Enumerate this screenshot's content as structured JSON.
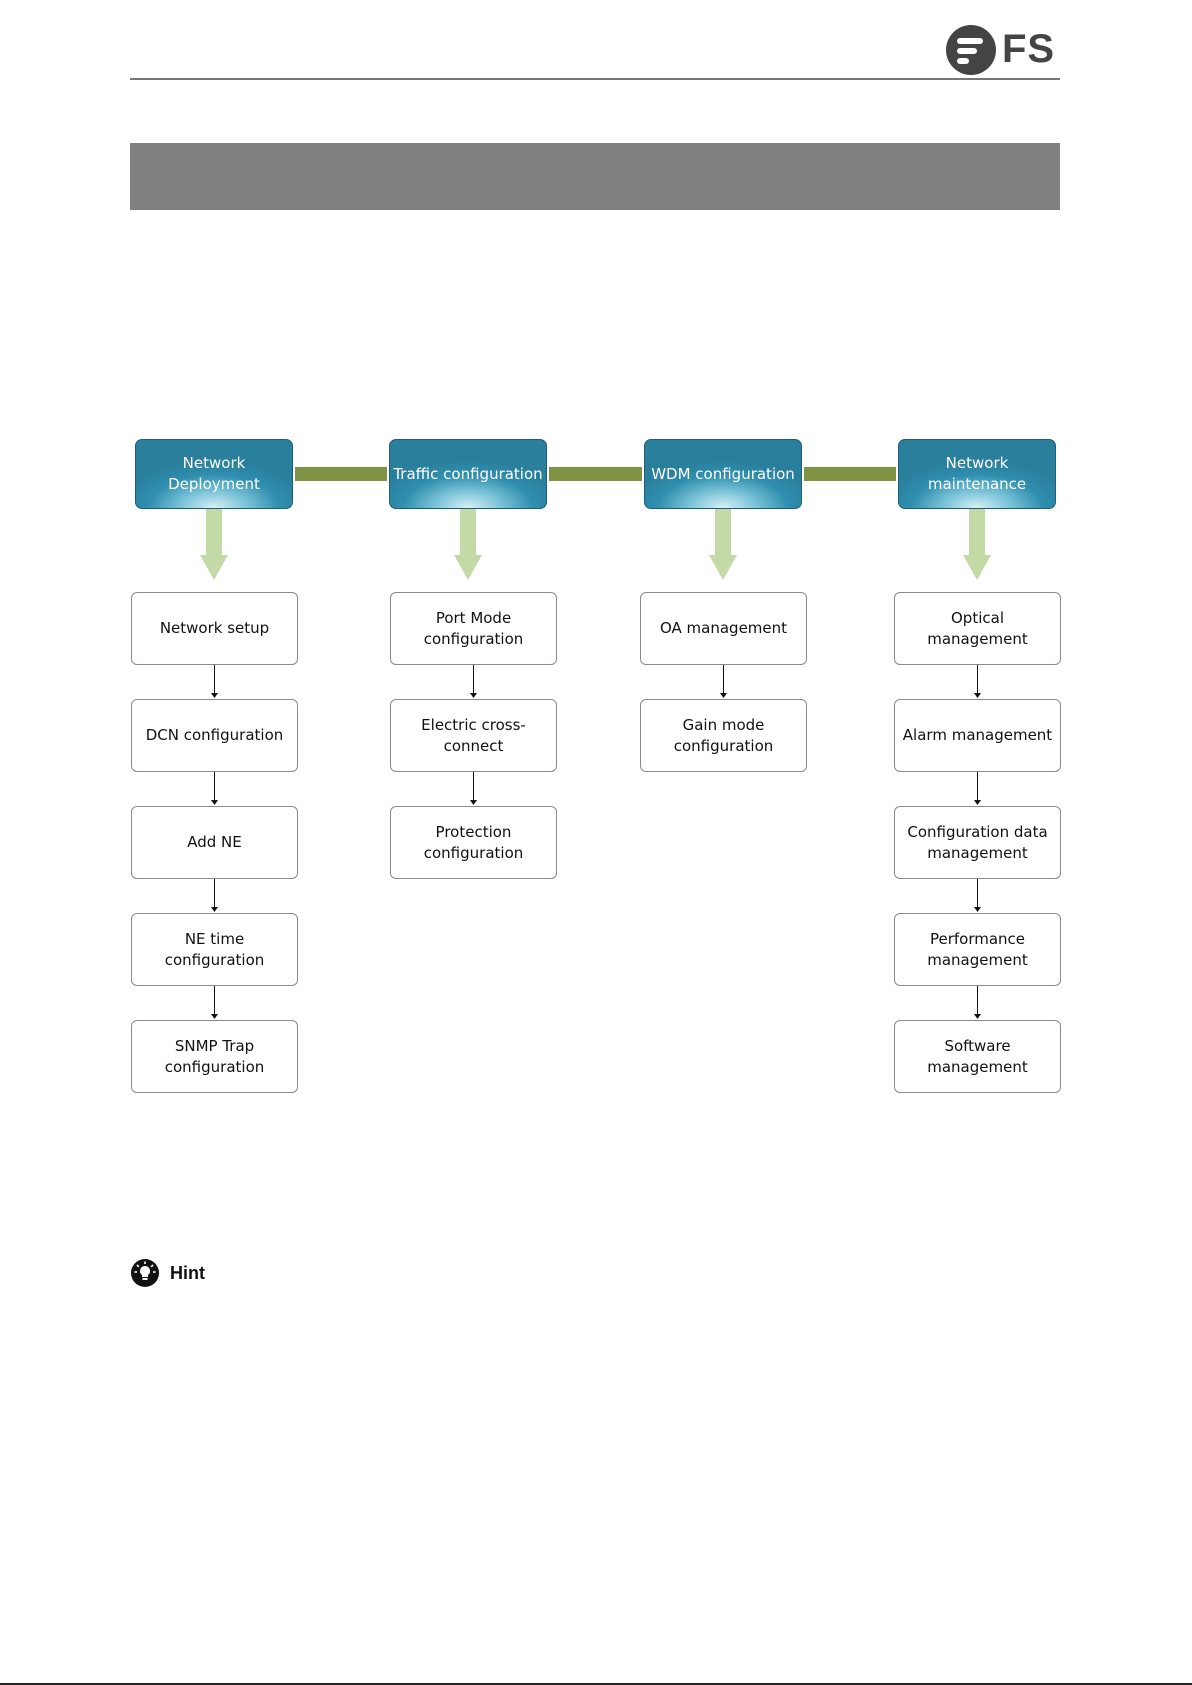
{
  "header": {
    "logo_text": "FS"
  },
  "flow": {
    "columns": [
      {
        "head": [
          "Network Deployment"
        ],
        "steps": [
          [
            "Network setup"
          ],
          [
            "DCN configuration"
          ],
          [
            "Add NE"
          ],
          [
            "NE time configuration"
          ],
          [
            "SNMP Trap",
            "configuration"
          ]
        ]
      },
      {
        "head": [
          "Traffic configuration"
        ],
        "steps": [
          [
            "Port Mode",
            "configuration"
          ],
          [
            "Electric cross-connect"
          ],
          [
            "Protection",
            "configuration"
          ]
        ]
      },
      {
        "head": [
          "WDM configuration"
        ],
        "steps": [
          [
            "OA management"
          ],
          [
            "Gain mode",
            "configuration"
          ]
        ]
      },
      {
        "head": [
          "Network",
          "maintenance"
        ],
        "steps": [
          [
            "Optical management"
          ],
          [
            "Alarm management"
          ],
          [
            "Configuration data",
            "management"
          ],
          [
            "Performance",
            "management"
          ],
          [
            "Software management"
          ]
        ]
      }
    ]
  },
  "hint": {
    "label": "Hint"
  },
  "colors": {
    "head_fill": "#2f8eae",
    "link_bar": "#7e9444",
    "down_arrow": "#c3d9a6",
    "band_gray": "#808080"
  }
}
